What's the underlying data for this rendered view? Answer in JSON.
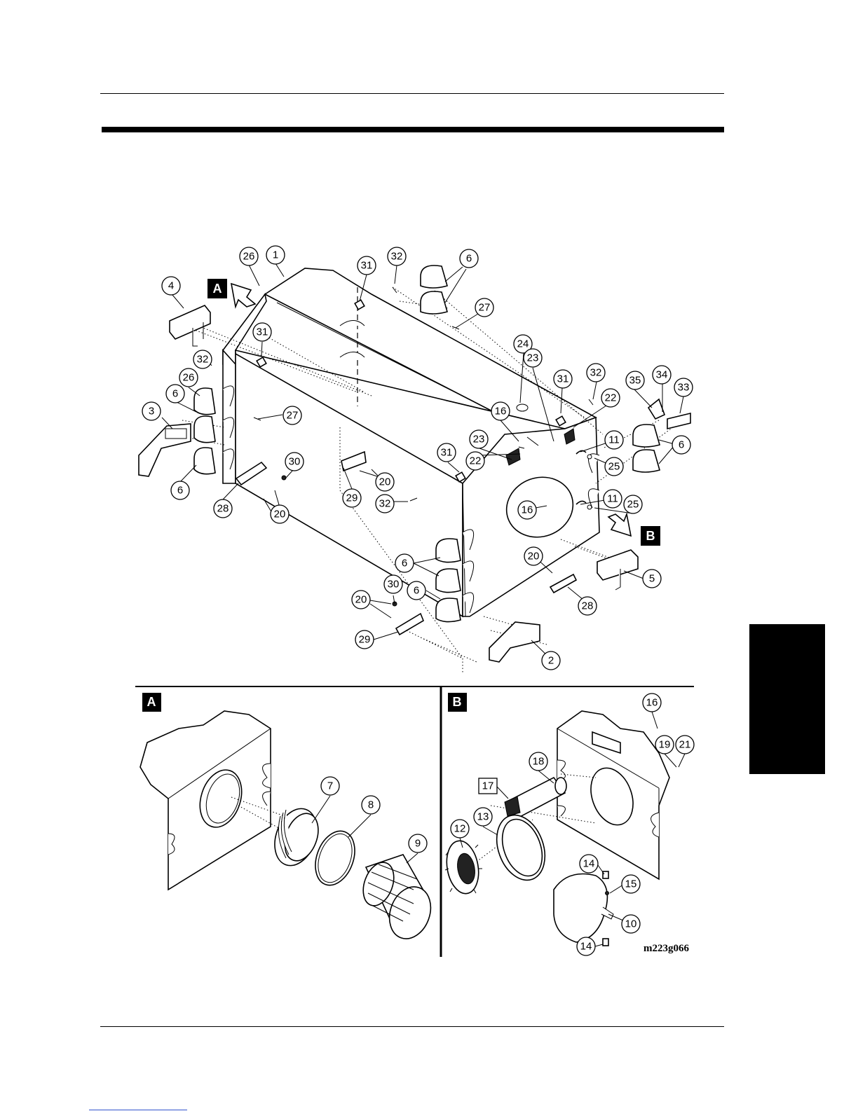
{
  "view_labels": {
    "a": "A",
    "b": "B"
  },
  "drawing_id": "m223g066",
  "callouts": {
    "c1": "1",
    "c2": "2",
    "c3": "3",
    "c4": "4",
    "c5": "5",
    "c6": "6",
    "c7": "7",
    "c8": "8",
    "c9": "9",
    "c10": "10",
    "c11": "11",
    "c12": "12",
    "c13": "13",
    "c14": "14",
    "c15": "15",
    "c16": "16",
    "c17": "17",
    "c18": "18",
    "c19": "19",
    "c20": "20",
    "c21": "21",
    "c22": "22",
    "c23": "23",
    "c24": "24",
    "c25": "25",
    "c26": "26",
    "c27": "27",
    "c28": "28",
    "c29": "29",
    "c30": "30",
    "c31": "31",
    "c32": "32",
    "c33": "33",
    "c34": "34",
    "c35": "35"
  }
}
